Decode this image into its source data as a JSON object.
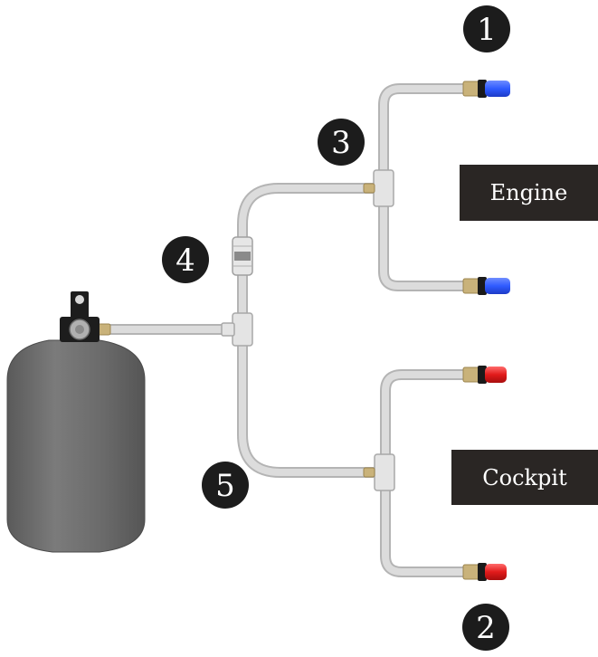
{
  "labels": {
    "engine": "Engine",
    "cockpit": "Cockpit"
  },
  "badges": {
    "b1": "1",
    "b2": "2",
    "b3": "3",
    "b4": "4",
    "b5": "5"
  },
  "colors": {
    "pipe": "#d4d4d4",
    "pipe_edge": "#b4b4b4",
    "tank": "#6b6b6b",
    "badge": "#1c1c1c",
    "label_bg": "#2a2624",
    "engine_outlet": "#2f5bff",
    "cockpit_outlet": "#e11b1b",
    "brass": "#c9b27a"
  }
}
